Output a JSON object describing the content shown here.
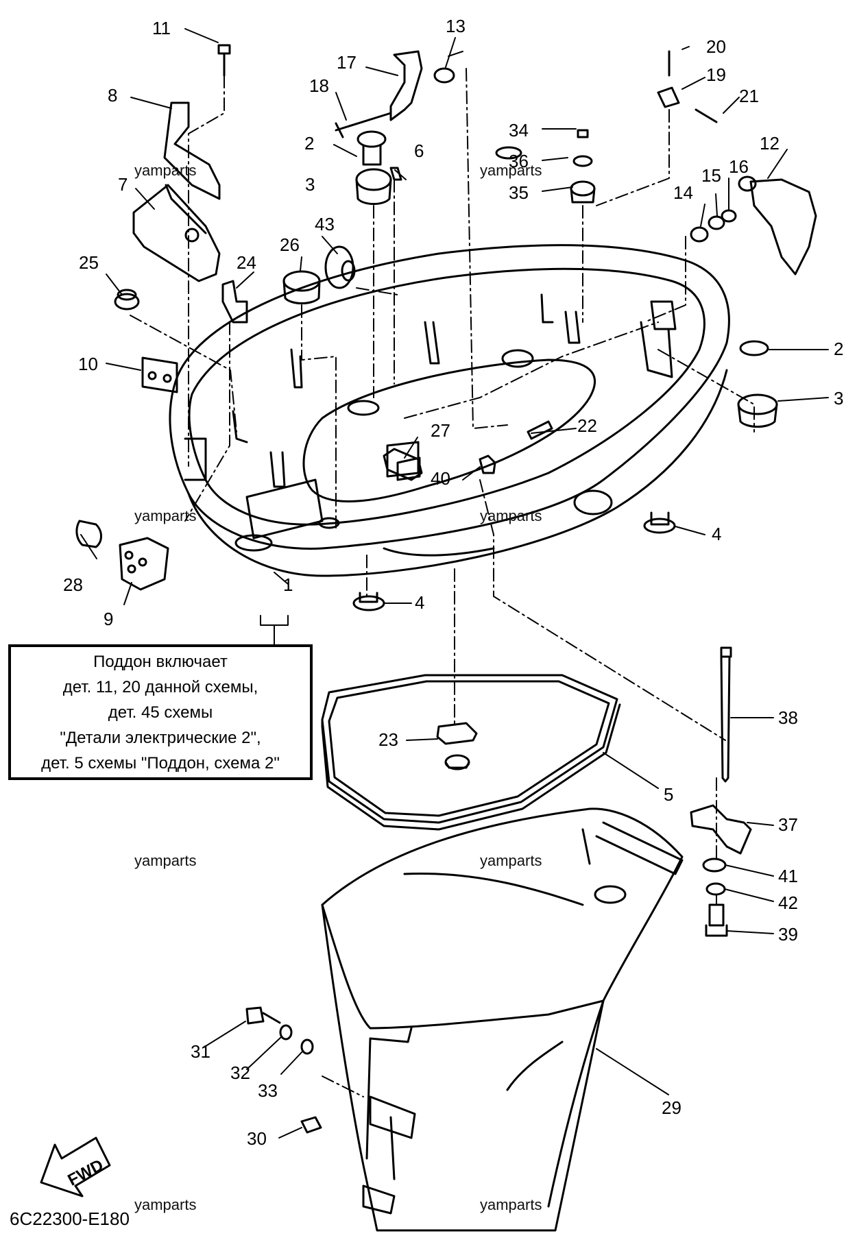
{
  "diagram": {
    "code": "6C22300-E180",
    "watermark": "yamparts",
    "fwd_label": "FWD",
    "note_lines": [
      "Поддон включает",
      "дет. 11, 20 данной схемы,",
      "дет. 45 схемы",
      "\"Детали электрические 2\",",
      "дет. 5 схемы \"Поддон, схема 2\""
    ],
    "callouts": {
      "p1": "1",
      "p2a": "2",
      "p2b": "2",
      "p3a": "3",
      "p3b": "3",
      "p4a": "4",
      "p4b": "4",
      "p5": "5",
      "p6": "6",
      "p7": "7",
      "p8": "8",
      "p9": "9",
      "p10": "10",
      "p11": "11",
      "p12": "12",
      "p13": "13",
      "p14": "14",
      "p15": "15",
      "p16": "16",
      "p17": "17",
      "p18": "18",
      "p19": "19",
      "p20": "20",
      "p21": "21",
      "p22": "22",
      "p23": "23",
      "p24": "24",
      "p25": "25",
      "p26": "26",
      "p27": "27",
      "p28": "28",
      "p29": "29",
      "p30": "30",
      "p31": "31",
      "p32": "32",
      "p33": "33",
      "p34": "34",
      "p35": "35",
      "p36": "36",
      "p37": "37",
      "p38": "38",
      "p39": "39",
      "p40": "40",
      "p41": "41",
      "p42": "42",
      "p43": "43"
    }
  }
}
